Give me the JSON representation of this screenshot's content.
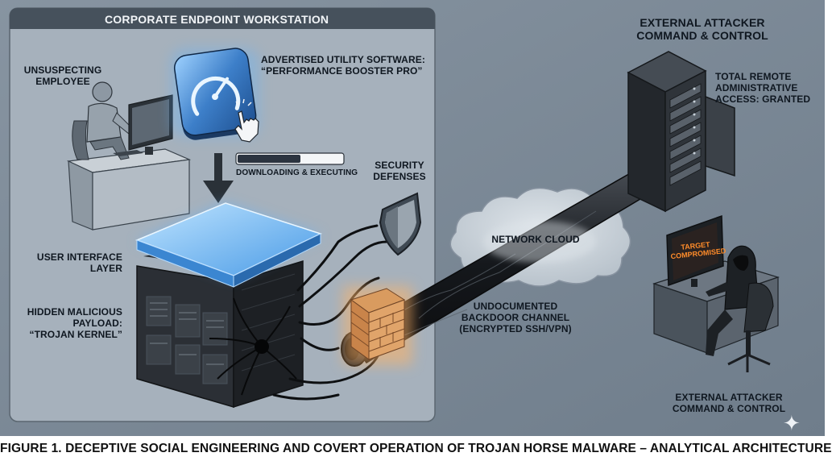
{
  "workstation": {
    "title": "CORPORATE ENDPOINT WORKSTATION"
  },
  "labels": {
    "employee": "UNSUSPECTING\nEMPLOYEE",
    "software": "ADVERTISED UTILITY SOFTWARE:\n“PERFORMANCE BOOSTER PRO”",
    "download": "DOWNLOADING & EXECUTING",
    "security": "SECURITY\nDEFENSES",
    "ui_layer": "USER INTERFACE\nLAYER",
    "payload": "HIDDEN MALICIOUS\nPAYLOAD:\n“TROJAN KERNEL”",
    "cloud": "NETWORK CLOUD",
    "backdoor": "UNDOCUMENTED\nBACKDOOR CHANNEL\n(ENCRYPTED SSH/VPN)",
    "attacker_top": "EXTERNAL ATTACKER\nCOMMAND & CONTROL",
    "remote_access": "TOTAL REMOTE\nADMINISTRATIVE\nACCESS: GRANTED",
    "attacker_bottom": "EXTERNAL ATTACKER\nCOMMAND & CONTROL",
    "target_screen": "TARGET\nCOMPROMISED"
  },
  "progress": {
    "fraction": 0.6
  },
  "caption": "FIGURE 1.  DECEPTIVE SOCIAL ENGINEERING AND COVERT OPERATION OF TROJAN HORSE MALWARE – ANALYTICAL ARCHITECTURE",
  "colors": {
    "background": "#7d8b99",
    "panel": "#a9b4be",
    "panel_header": "#46515c",
    "ui_layer_glow": "#5fb4ff",
    "firewall": "#e8a25a",
    "screen_text": "#ff8c2a"
  },
  "icons": [
    "speedometer-app-icon",
    "hand-pointer-icon",
    "down-arrow-icon",
    "shield-icon",
    "firewall-brick-icon",
    "server-rack-icon",
    "sparkle-icon"
  ]
}
